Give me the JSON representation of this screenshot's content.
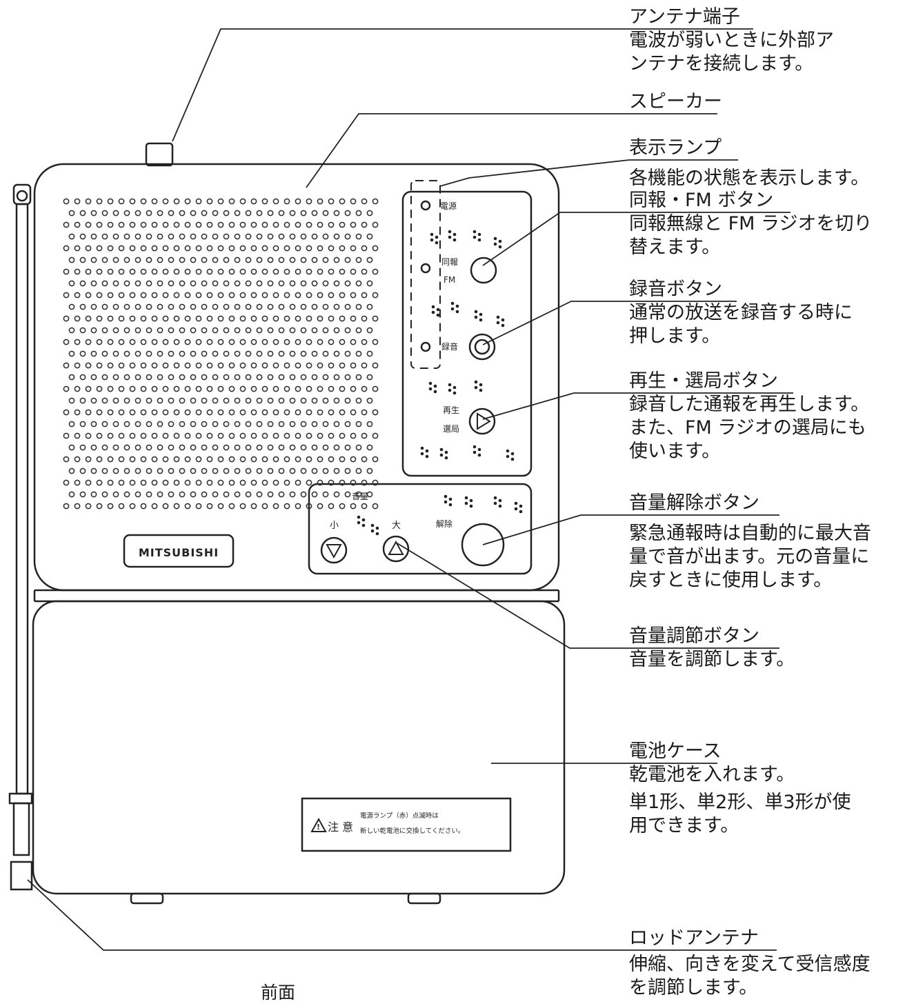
{
  "caption": "前面",
  "device": {
    "brand": "MITSUBISHI",
    "lamp_labels": [
      "電源",
      "同報",
      "FM",
      "録音"
    ],
    "button_labels": {
      "broadcast": "同報",
      "fm": "FM",
      "play": "再生",
      "select": "選局"
    },
    "volume": {
      "header": "音量",
      "small": "小",
      "large": "大",
      "release": "解除"
    },
    "warning": {
      "heading": "注 意",
      "line1": "電源ランプ（赤）点滅時は",
      "line2": "新しい乾電池に交換してください。"
    }
  },
  "callouts": [
    {
      "title": "アンテナ端子",
      "desc": [
        "電波が弱いときに外部ア",
        "ンテナを接続します。"
      ]
    },
    {
      "title": "スピーカー",
      "desc": []
    },
    {
      "title": "表示ランプ",
      "desc": [
        "各機能の状態を表示します。"
      ]
    },
    {
      "title": "同報・FM ボタン",
      "desc": [
        "同報無線と FM ラジオを切り",
        "替えます。"
      ]
    },
    {
      "title": "録音ボタン",
      "desc": [
        "通常の放送を録音する時に",
        "押します。"
      ]
    },
    {
      "title": "再生・選局ボタン",
      "desc": [
        "録音した通報を再生します。",
        "また、FM ラジオの選局にも",
        "使います。"
      ]
    },
    {
      "title": "音量解除ボタン",
      "desc": [
        "緊急通報時は自動的に最大音",
        "量で音が出ます。元の音量に",
        "戻すときに使用します。"
      ]
    },
    {
      "title": "音量調節ボタン",
      "desc": [
        "音量を調節します。"
      ]
    },
    {
      "title": "電池ケース",
      "desc": [
        "乾電池を入れます。",
        "単1形、単2形、単3形が使",
        "用できます。"
      ]
    },
    {
      "title": "ロッドアンテナ",
      "desc": [
        "伸縮、向きを変えて受信感度",
        "を調節します。"
      ]
    }
  ]
}
